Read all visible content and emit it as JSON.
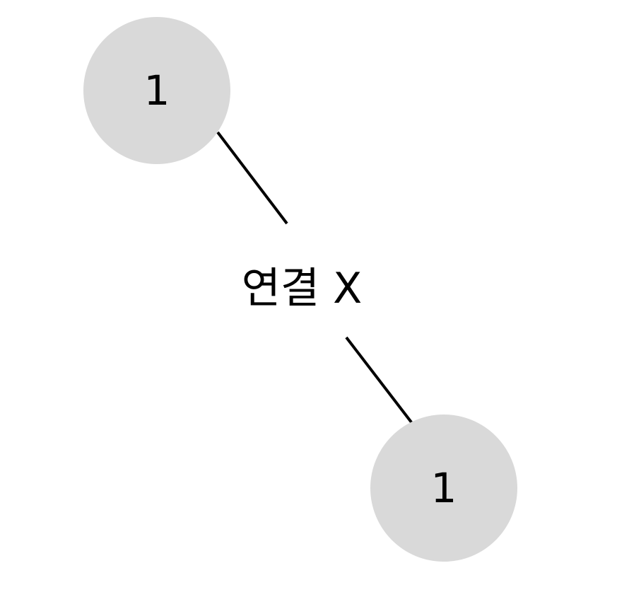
{
  "colors": {
    "background": "#ffffff",
    "node_fill": "#d9d9d9",
    "text": "#000000",
    "edge": "#000000"
  },
  "nodes": [
    {
      "label": "1"
    },
    {
      "label": "1"
    }
  ],
  "edge": {
    "label": "연결 X"
  }
}
